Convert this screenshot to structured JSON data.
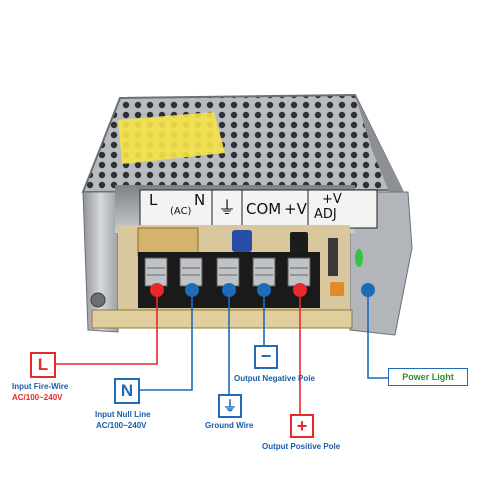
{
  "device": {
    "terminal_label_panel": {
      "L": "L",
      "AC": "(AC)",
      "N": "N",
      "ground_symbol": "⏚",
      "COM": "COM",
      "plus_v": "+V",
      "adj_top": "+V",
      "adj_bottom": "ADJ"
    }
  },
  "callouts": {
    "input_fire_wire": {
      "box": "L",
      "line1": "Input Fire-Wire",
      "line2": "AC/100~240V"
    },
    "input_null_line": {
      "box": "N",
      "line1": "Input Null Line",
      "line2": "AC/100~240V"
    },
    "ground_wire": {
      "label": "Ground Wire"
    },
    "output_negative_pole": {
      "box": "−",
      "label": "Output Negative Pole"
    },
    "output_positive_pole": {
      "box": "+",
      "label": "Output Positive Pole"
    },
    "power_light": {
      "label": "Power Light"
    }
  },
  "colors": {
    "red": "#e8282b",
    "blue": "#1e6bb8",
    "label_blue": "#1a5ca8",
    "green_text": "#2f8f2f",
    "metal": "#a9acb0",
    "terminal_black": "#1a1a1a"
  }
}
